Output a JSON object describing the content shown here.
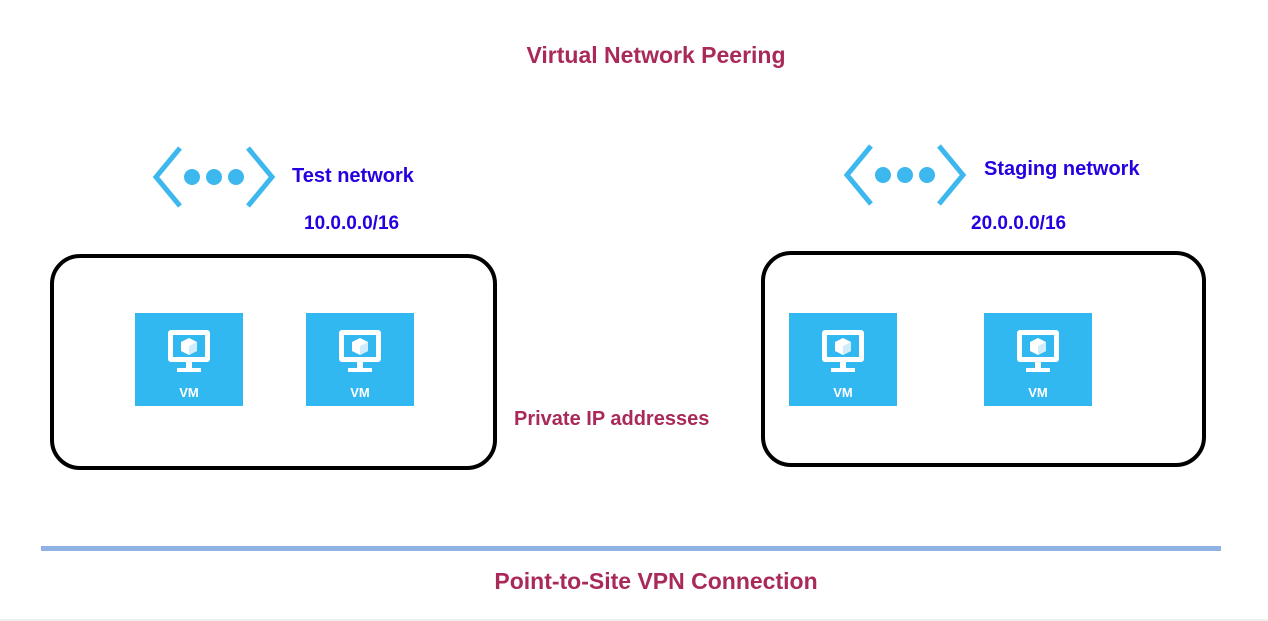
{
  "diagram": {
    "title": "Virtual Network Peering",
    "connection_label": "Private IP addresses",
    "vpn_label": "Point-to-Site VPN Connection",
    "networks": [
      {
        "name": "Test network",
        "cidr": "10.0.0.0/16",
        "icon": "virtual-network-icon",
        "vms": [
          {
            "label": "VM",
            "icon": "vm-monitor-icon"
          },
          {
            "label": "VM",
            "icon": "vm-monitor-icon"
          }
        ]
      },
      {
        "name": "Staging network",
        "cidr": "20.0.0.0/16",
        "icon": "virtual-network-icon",
        "vms": [
          {
            "label": "VM",
            "icon": "vm-monitor-icon"
          },
          {
            "label": "VM",
            "icon": "vm-monitor-icon"
          }
        ]
      }
    ],
    "colors": {
      "title": "#a92a5a",
      "network_label": "#2600e0",
      "vm_tile": "#31b8f1",
      "network_icon": "#3db8ef",
      "vpn_line": "#8fb1e3"
    }
  }
}
